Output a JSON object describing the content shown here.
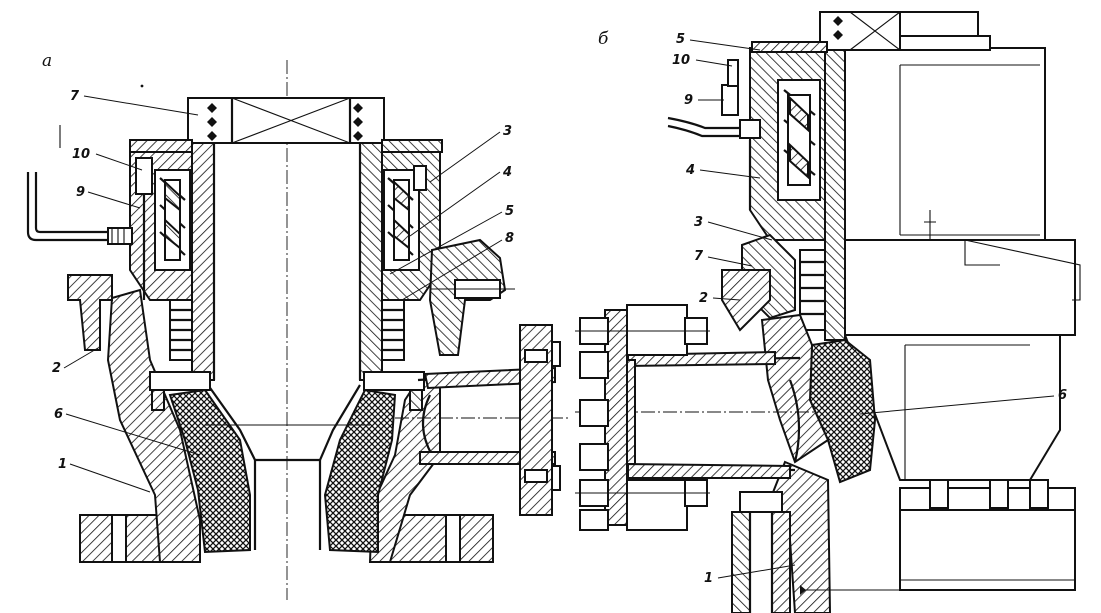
{
  "panels": {
    "left": "а",
    "right": "б"
  },
  "callouts_left": [
    "7",
    "10",
    "9",
    "2",
    "6",
    "1",
    "3",
    "4",
    "5",
    "8"
  ],
  "callouts_right": [
    "5",
    "10",
    "9",
    "4",
    "3",
    "7",
    "2",
    "6",
    "1"
  ],
  "colors": {
    "ink": "#111111",
    "paper": "#ffffff"
  }
}
